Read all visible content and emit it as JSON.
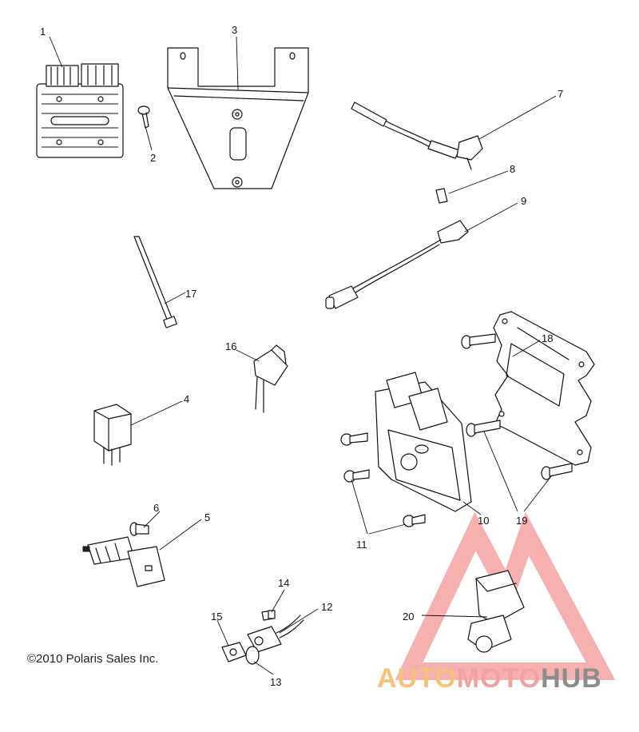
{
  "callouts": {
    "c1": "1",
    "c2": "2",
    "c3": "3",
    "c4": "4",
    "c5": "5",
    "c6": "6",
    "c7": "7",
    "c8": "8",
    "c9": "9",
    "c10": "10",
    "c11": "11",
    "c12": "12",
    "c13": "13",
    "c14": "14",
    "c15": "15",
    "c16": "16",
    "c17": "17",
    "c18": "18",
    "c19": "19",
    "c20": "20"
  },
  "copyright": "©2010 Polaris Sales Inc.",
  "watermark": {
    "part1": "AUTO",
    "part2": "MOTO",
    "part3": "HUB"
  },
  "colors": {
    "line": "#111111",
    "watermark_triangle": "#f08080",
    "watermark_orange": "#f6c27a",
    "watermark_gray": "#8c8c8c"
  }
}
